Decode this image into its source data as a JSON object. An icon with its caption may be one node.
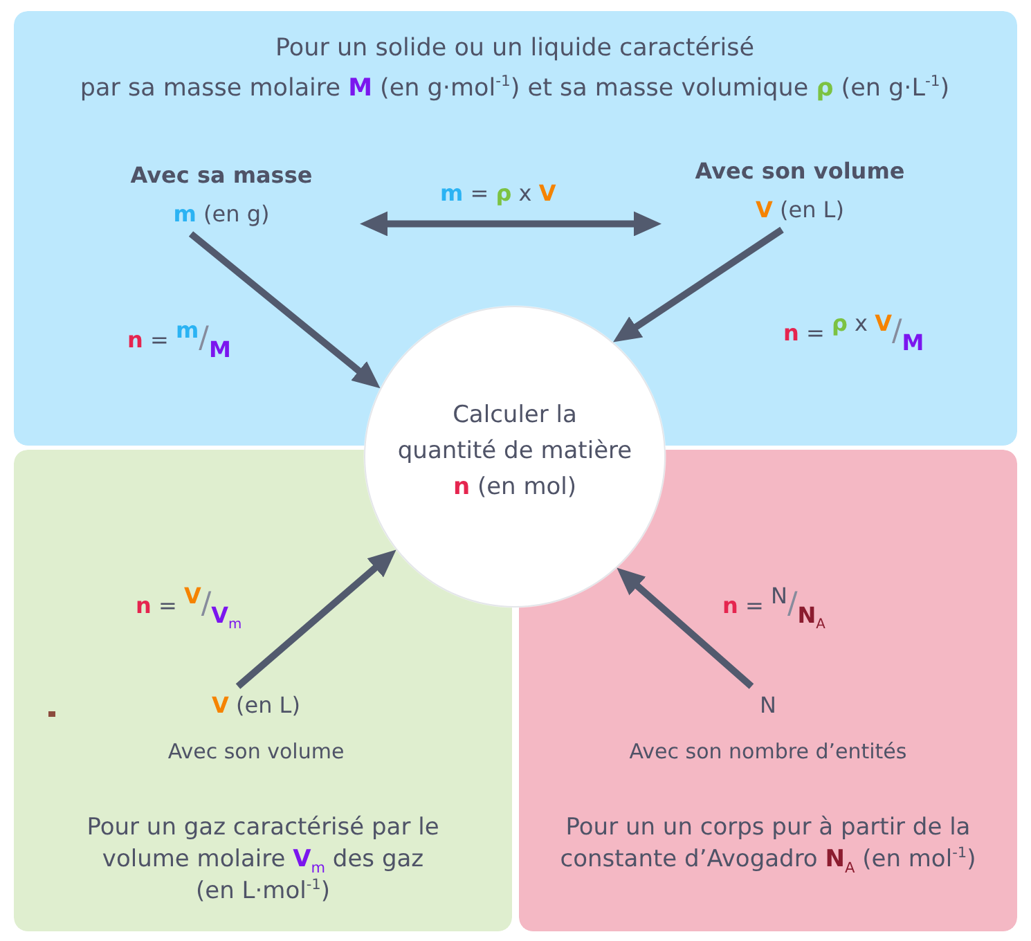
{
  "diagram": {
    "nodes": [
      {
        "text": [
          "Pour un solide ou un liquide caractérisé par sa masse molaire **M** (en g·mol$^{-1}$) et sa masse volumique **ρ** (en g·L$^{-1}$)"
        ]
      },
      {
        "text": [
          "Avec sa masse",
          "**m** (en g)"
        ],
        "in": 0
      },
      {
        "text": [
          "Avec son volume",
          "**V** (en L)"
        ],
        "in": 0
      },
      {
        "text": [
          "Calculer la quantité de matière **n** (en mol)"
        ]
      },
      {
        "text": [
          "Pour un gaz caractérisé par le volume molaire **V**$_{m}$ des gaz (en L·mol$^{-1}$)"
        ]
      },
      {
        "text": [
          "**V** (en L)",
          "Avec son volume"
        ],
        "in": 4
      },
      {
        "text": [
          "Pour un un corps pur à partir de la constante d’Avogadro **N**$_{A}$ (en mol$^{-1}$)"
        ]
      },
      {
        "text": [
          "N",
          "Avec son nombre d’entités"
        ],
        "in": 6
      }
    ],
    "edges": [
      {
        "from": 1,
        "to": 3,
        "arrow": "to",
        "label": "**n** = **m**/**M**"
      },
      {
        "from": 2,
        "to": 3,
        "arrow": "to",
        "label": "**n** = **ρ** x **V**/**M**"
      },
      {
        "from": 1,
        "to": 2,
        "arrow": "both",
        "label": "**m** = **ρ** x **V**"
      },
      {
        "from": 5,
        "to": 3,
        "arrow": "to",
        "label": "**n** = **V**/**V**$_{m}$"
      },
      {
        "from": 7,
        "to": 3,
        "arrow": "to",
        "label": "**n** = N/**N**$_{A}$"
      }
    ]
  }
}
